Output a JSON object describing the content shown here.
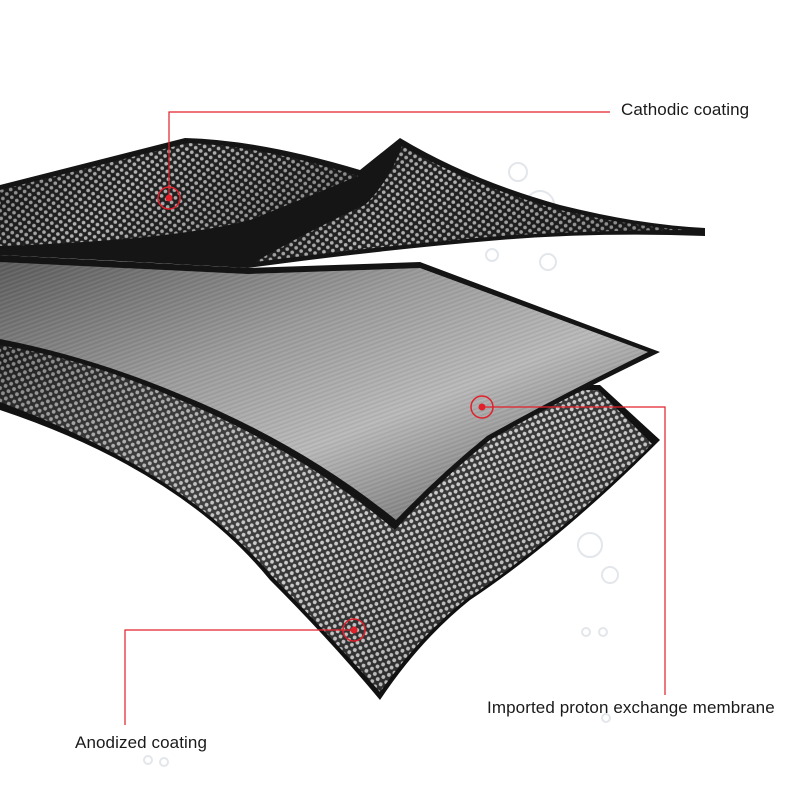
{
  "labels": {
    "cathodic": "Cathodic coating",
    "membrane": "Imported proton exchange membrane",
    "anodized": "Anodized coating"
  },
  "colors": {
    "leader_line": "#e0202a",
    "marker": "#e0202a",
    "background": "#ffffff",
    "mesh_dark": "#1e1e1e",
    "mesh_light": "#9a9a9a",
    "membrane_light": "#b8b8b8",
    "membrane_dark": "#5a5a5a"
  }
}
